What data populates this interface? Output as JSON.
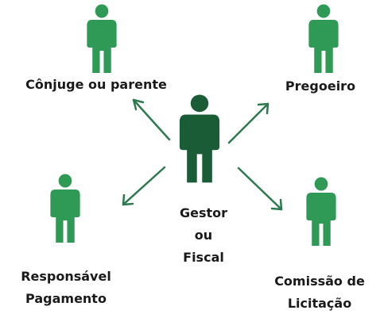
{
  "nodes": {
    "center": {
      "lines": [
        "Gestor",
        "ou",
        "Fiscal"
      ]
    },
    "top_left": {
      "label": "Cônjuge ou parente"
    },
    "top_right": {
      "label": "Pregoeiro"
    },
    "bottom_left": {
      "lines": [
        "Responsável",
        "Pagamento"
      ]
    },
    "bottom_right": {
      "lines": [
        "Comissão de",
        "Licitação"
      ]
    }
  },
  "colors": {
    "figure": "#2e9a56",
    "figure_dark": "#195c35",
    "arrow": "#2d7a4f",
    "text": "#1a1a1a"
  },
  "icons": {
    "person": "person-icon"
  }
}
